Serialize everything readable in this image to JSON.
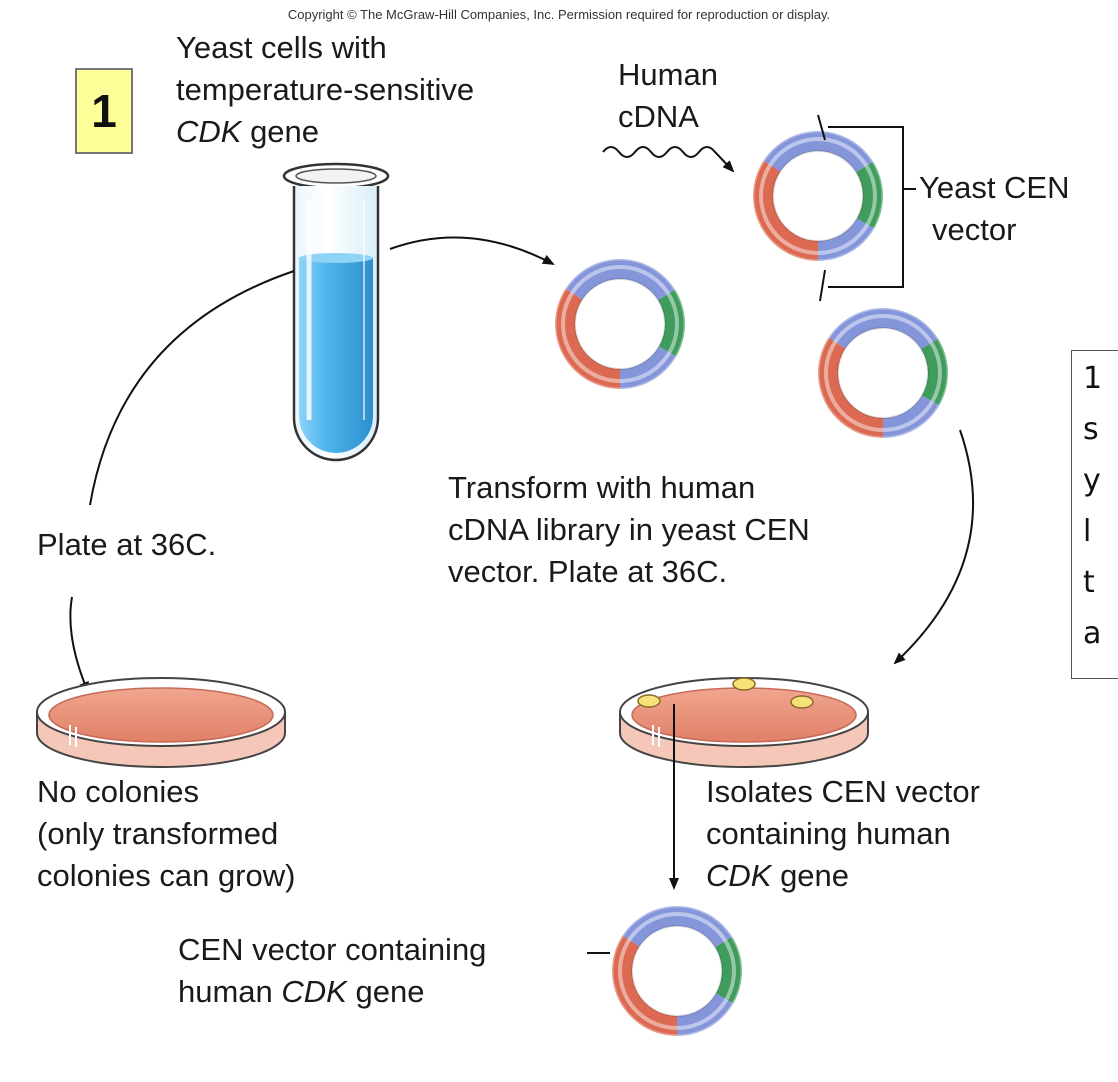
{
  "copyright": "Copyright © The McGraw-Hill Companies, Inc. Permission required for reproduction or display.",
  "step_number": "1",
  "labels": {
    "yeast_cells": [
      "Yeast cells with",
      "temperature-sensitive",
      "CDK gene"
    ],
    "human_cdna": [
      "Human",
      "cDNA"
    ],
    "yeast_cen_vector": [
      "Yeast CEN",
      "vector"
    ],
    "plate_36": "Plate at 36C.",
    "transform": [
      "Transform with human",
      "cDNA library in yeast CEN",
      "vector. Plate at 36C."
    ],
    "no_colonies": [
      "No colonies",
      "(only transformed",
      "colonies can grow)"
    ],
    "isolates": [
      "Isolates CEN vector",
      "containing human",
      "CDK gene"
    ],
    "cen_vector_final": [
      "CEN vector containing",
      "human CDK gene"
    ]
  },
  "note_letters": [
    "1",
    "s",
    "y",
    "l",
    "t",
    "a"
  ],
  "colors": {
    "plasmid_red": "#d9664f",
    "plasmid_blue": "#7d8fd6",
    "plasmid_green": "#3c9a5a",
    "tube_liquid": "#4fb6ec",
    "agar": "#e9917a",
    "colony": "#f5e27a",
    "step_badge": "#ffff99"
  }
}
